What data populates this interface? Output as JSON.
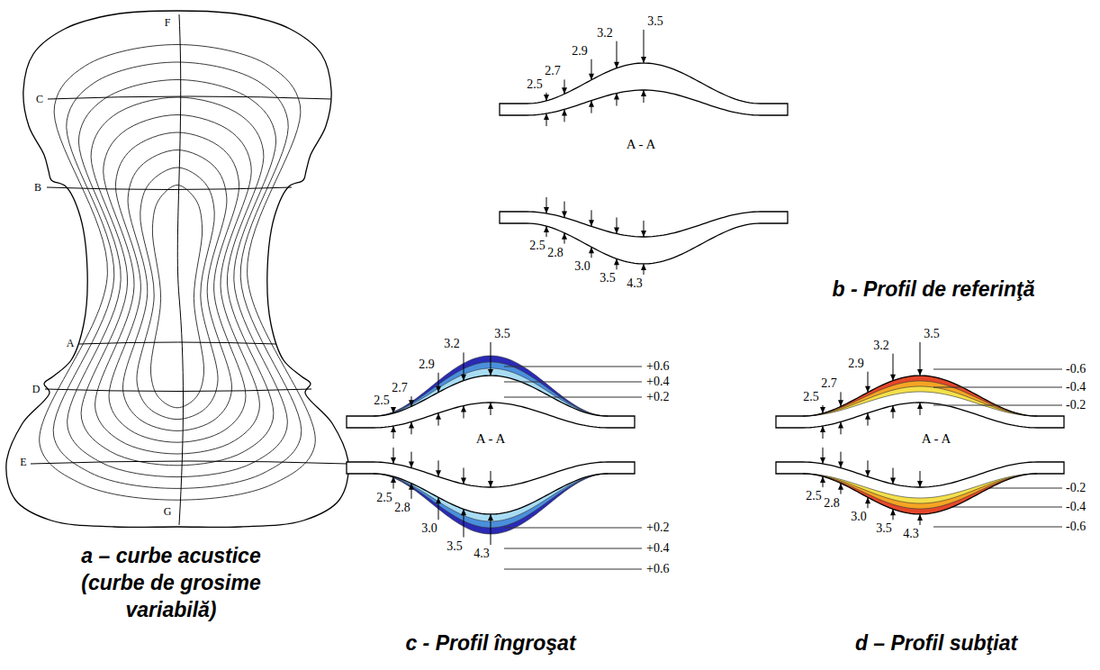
{
  "diagram": {
    "labels": [
      "F",
      "C",
      "B",
      "A",
      "D",
      "E",
      "G",
      "a – curbe acustice (curbe de grosime variabilă)",
      "2.5",
      "2.7",
      "2.9",
      "3.2",
      "3.5",
      "A - A",
      "2.5",
      "2.8",
      "3.0",
      "3.5",
      "4.3",
      "b - Profil de referinţă",
      "2.5",
      "2.7",
      "2.9",
      "3.2",
      "3.5",
      "+0.6",
      "+0.4",
      "+0.2",
      "A - A",
      "2.5",
      "2.8",
      "3.0",
      "3.5",
      "4.3",
      "+0.2",
      "+0.4",
      "+0.6",
      "c - Profil îngroşat",
      "2.5",
      "2.7",
      "2.9",
      "3.2",
      "3.5",
      "-0.6",
      "-0.4",
      "-0.2",
      "A - A",
      "-0.2",
      "-0.4",
      "-0.6",
      "2.5",
      "2.8",
      "3.0",
      "3.5",
      "4.3",
      "d – Profil subţiat"
    ]
  }
}
